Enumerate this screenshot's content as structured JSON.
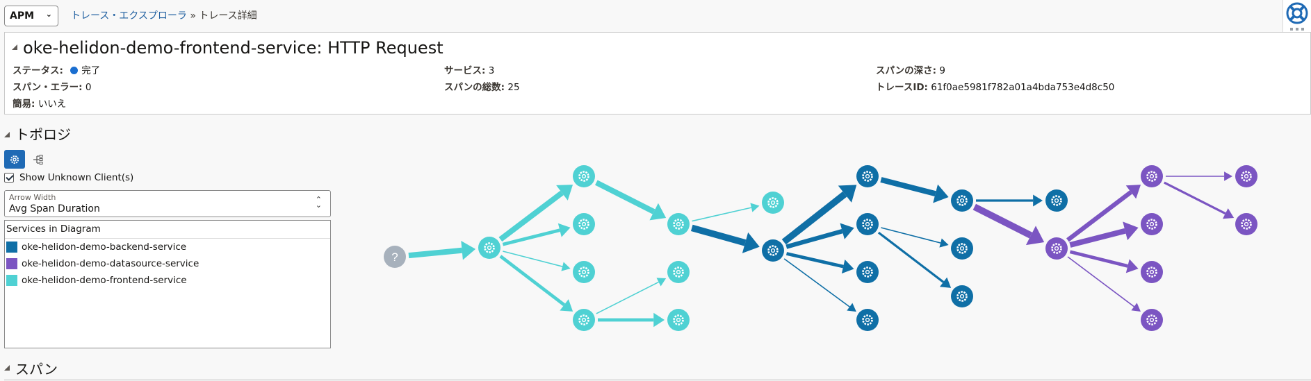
{
  "header": {
    "app_select": "APM",
    "breadcrumb": {
      "link": "トレース・エクスプローラ",
      "sep": "»",
      "current": "トレース詳細"
    }
  },
  "summary": {
    "title": "oke-helidon-demo-frontend-service: HTTP Request",
    "fields": {
      "status": {
        "label": "ステータス:",
        "value": "完了"
      },
      "span_errors": {
        "label": "スパン・エラー:",
        "value": "0"
      },
      "simple": {
        "label": "簡易:",
        "value": "いいえ"
      },
      "services": {
        "label": "サービス:",
        "value": "3"
      },
      "total_spans": {
        "label": "スパンの総数:",
        "value": "25"
      },
      "span_depth": {
        "label": "スパンの深さ:",
        "value": "9"
      },
      "trace_id": {
        "label": "トレースID:",
        "value": "61f0ae5981f782a01a4bda753e4d8c50"
      }
    }
  },
  "topology": {
    "title": "トポロジ",
    "show_unknown_label": "Show Unknown Client(s)",
    "arrow_width": {
      "label": "Arrow Width",
      "value": "Avg Span Duration"
    },
    "services_header": "Services in Diagram",
    "services": [
      {
        "name": "oke-helidon-demo-backend-service",
        "color": "#0f6fa6"
      },
      {
        "name": "oke-helidon-demo-datasource-service",
        "color": "#7b55c2"
      },
      {
        "name": "oke-helidon-demo-frontend-service",
        "color": "#4fd1d3"
      }
    ],
    "unknown_node_label": "?",
    "unknown_color": "#a7b1bc",
    "graph": {
      "nodes": [
        {
          "id": "u",
          "service": "unknown"
        },
        {
          "id": "f0",
          "service": "frontend"
        },
        {
          "id": "f1",
          "service": "frontend"
        },
        {
          "id": "f2",
          "service": "frontend"
        },
        {
          "id": "f3",
          "service": "frontend"
        },
        {
          "id": "f4",
          "service": "frontend"
        },
        {
          "id": "f5",
          "service": "frontend"
        },
        {
          "id": "f6",
          "service": "frontend"
        },
        {
          "id": "f7",
          "service": "frontend"
        },
        {
          "id": "b0",
          "service": "backend"
        },
        {
          "id": "b1",
          "service": "backend"
        },
        {
          "id": "b2",
          "service": "backend"
        },
        {
          "id": "b3",
          "service": "backend"
        },
        {
          "id": "b4",
          "service": "backend"
        },
        {
          "id": "b5",
          "service": "backend"
        },
        {
          "id": "b6",
          "service": "backend"
        },
        {
          "id": "b7",
          "service": "backend"
        },
        {
          "id": "b8",
          "service": "backend"
        },
        {
          "id": "d0",
          "service": "datasource"
        },
        {
          "id": "d1",
          "service": "datasource"
        },
        {
          "id": "d2",
          "service": "datasource"
        },
        {
          "id": "d3",
          "service": "datasource"
        },
        {
          "id": "d4",
          "service": "datasource"
        },
        {
          "id": "d5",
          "service": "datasource"
        },
        {
          "id": "d6",
          "service": "datasource"
        }
      ],
      "edges": [
        {
          "from": "u",
          "to": "f0",
          "weight": 5
        },
        {
          "from": "f0",
          "to": "f1",
          "weight": 5
        },
        {
          "from": "f0",
          "to": "f2",
          "weight": 3
        },
        {
          "from": "f0",
          "to": "f3",
          "weight": 1
        },
        {
          "from": "f0",
          "to": "f4",
          "weight": 3
        },
        {
          "from": "f1",
          "to": "f5",
          "weight": 5
        },
        {
          "from": "f4",
          "to": "f6",
          "weight": 1
        },
        {
          "from": "f4",
          "to": "f7",
          "weight": 3
        },
        {
          "from": "f5",
          "to": "f8",
          "weight": 1
        },
        {
          "from": "f5",
          "to": "b0",
          "weight": 6
        },
        {
          "from": "b0",
          "to": "b1",
          "weight": 6
        },
        {
          "from": "b0",
          "to": "b2",
          "weight": 4
        },
        {
          "from": "b0",
          "to": "b3",
          "weight": 3
        },
        {
          "from": "b0",
          "to": "b4",
          "weight": 1
        },
        {
          "from": "b1",
          "to": "b5",
          "weight": 5
        },
        {
          "from": "b2",
          "to": "b6",
          "weight": 1
        },
        {
          "from": "b2",
          "to": "b7",
          "weight": 2
        },
        {
          "from": "b5",
          "to": "b8",
          "weight": 2
        },
        {
          "from": "b5",
          "to": "d0",
          "weight": 6
        },
        {
          "from": "d0",
          "to": "d1",
          "weight": 4
        },
        {
          "from": "d0",
          "to": "d2",
          "weight": 5
        },
        {
          "from": "d0",
          "to": "d3",
          "weight": 3
        },
        {
          "from": "d0",
          "to": "d4",
          "weight": 1
        },
        {
          "from": "d1",
          "to": "d5",
          "weight": 1
        },
        {
          "from": "d1",
          "to": "d6",
          "weight": 2
        }
      ]
    }
  },
  "spans": {
    "title": "スパン"
  }
}
